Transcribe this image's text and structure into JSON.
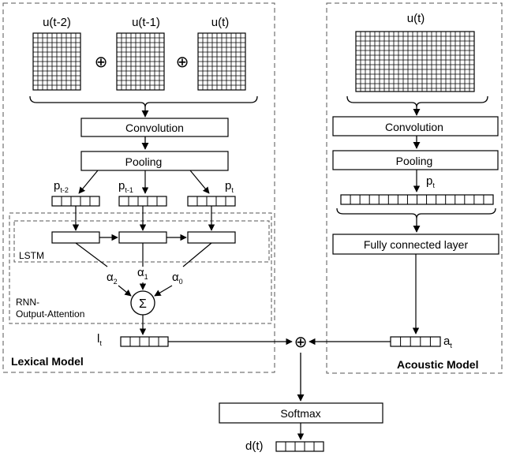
{
  "lexical": {
    "inputs": [
      "u(t-2)",
      "u(t-1)",
      "u(t)"
    ],
    "concat_symbol": "⊕",
    "convolution": "Convolution",
    "pooling": "Pooling",
    "p_labels": [
      {
        "base": "p",
        "sub": "t-2"
      },
      {
        "base": "p",
        "sub": "t-1"
      },
      {
        "base": "p",
        "sub": "t"
      }
    ],
    "lstm": "LSTM",
    "alpha_labels": [
      {
        "base": "α",
        "sub": "2"
      },
      {
        "base": "α",
        "sub": "1"
      },
      {
        "base": "α",
        "sub": "0"
      }
    ],
    "sum_symbol": "Σ",
    "rnn_label_1": "RNN-",
    "rnn_label_2": "Output-Attention",
    "output": {
      "base": "l",
      "sub": "t"
    },
    "title": "Lexical Model"
  },
  "acoustic": {
    "input": "u(t)",
    "convolution": "Convolution",
    "pooling": "Pooling",
    "p_label": {
      "base": "p",
      "sub": "t"
    },
    "fc": "Fully connected layer",
    "output": {
      "base": "a",
      "sub": "t"
    },
    "title": "Acoustic Model"
  },
  "fusion_symbol": "⊕",
  "softmax": "Softmax",
  "final_output": "d(t)"
}
